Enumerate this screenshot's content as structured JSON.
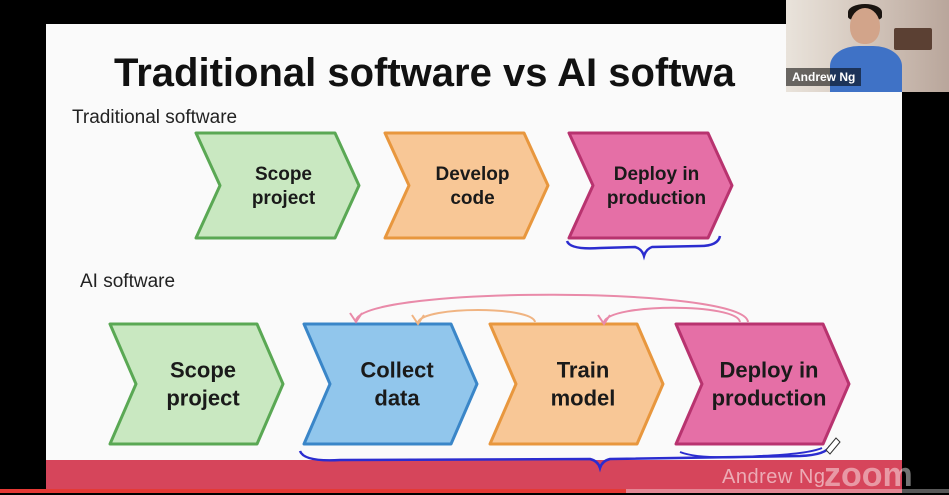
{
  "slide": {
    "title": "Traditional software vs AI softwa",
    "traditional_label": "Traditional software",
    "ai_label": "AI software",
    "traditional_steps": [
      {
        "line1": "Scope",
        "line2": "project",
        "fill": "#c9e8c1",
        "stroke": "#5aa854"
      },
      {
        "line1": "Develop",
        "line2": "code",
        "fill": "#f8c796",
        "stroke": "#e8973e"
      },
      {
        "line1": "Deploy in",
        "line2": "production",
        "fill": "#e56fa6",
        "stroke": "#b8336f"
      }
    ],
    "ai_steps": [
      {
        "line1": "Scope",
        "line2": "project",
        "fill": "#c9e8c1",
        "stroke": "#5aa854"
      },
      {
        "line1": "Collect",
        "line2": "data",
        "fill": "#91c6ec",
        "stroke": "#3a86c8"
      },
      {
        "line1": "Train",
        "line2": "model",
        "fill": "#f8c796",
        "stroke": "#e8973e"
      },
      {
        "line1": "Deploy in",
        "line2": "production",
        "fill": "#e56fa6",
        "stroke": "#b8336f"
      }
    ]
  },
  "webcam": {
    "name": "Andrew Ng"
  },
  "watermark": {
    "name": "Andrew Ng",
    "brand": "zoom"
  },
  "player": {
    "progress_fraction": 0.66
  },
  "colors": {
    "ink": "#2b2ccf",
    "feedback_pink": "#e98aa9",
    "feedback_orange": "#f0b482"
  }
}
